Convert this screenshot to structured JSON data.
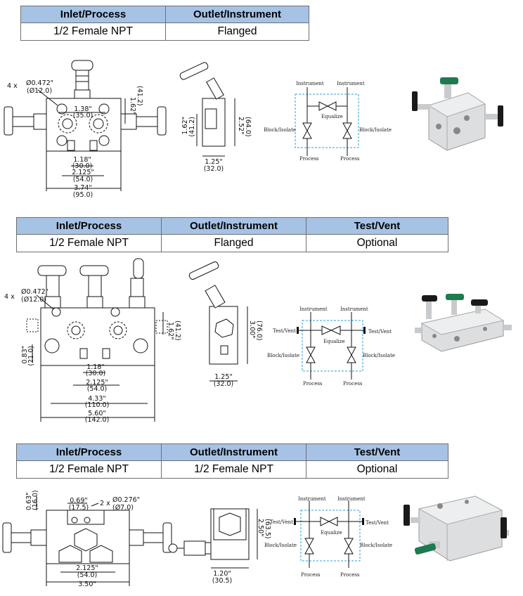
{
  "tables": [
    {
      "headers": [
        "Inlet/Process",
        "Outlet/Instrument"
      ],
      "values": [
        "1/2 Female NPT",
        "Flanged"
      ]
    },
    {
      "headers": [
        "Inlet/Process",
        "Outlet/Instrument",
        "Test/Vent"
      ],
      "values": [
        "1/2 Female NPT",
        "Flanged",
        "Optional"
      ]
    },
    {
      "headers": [
        "Inlet/Process",
        "Outlet/Instrument",
        "Test/Vent"
      ],
      "values": [
        "1/2 Female NPT",
        "1/2 Female NPT",
        "Optional"
      ]
    }
  ],
  "drawing1": {
    "holes": "4 x",
    "hole_in": "Ø0.472\"",
    "hole_mm": "(Ø12.0)",
    "h_in": "1.62\"",
    "h_mm": "(41.2)",
    "d1_in": "1.38\"",
    "d1_mm": "(35.0)",
    "d2_in": "1.18\"",
    "d2_mm": "(30.0)",
    "d3_in": "2.125\"",
    "d3_mm": "(54.0)",
    "d4_in": "3.74\"",
    "d4_mm": "(95.0)",
    "side_h_in": "1.62\"",
    "side_h_mm": "(41.2)",
    "side_h2_in": "2.52\"",
    "side_h2_mm": "(64.0)",
    "side_w_in": "1.25\"",
    "side_w_mm": "(32.0)"
  },
  "drawing2": {
    "holes": "4 x",
    "hole_in": "Ø0.472\"",
    "hole_mm": "(Ø12.0)",
    "h_in": "1.62\"",
    "h_mm": "(41.2)",
    "v_in": "0.83\"",
    "v_mm": "(21.0)",
    "d2_in": "1.18\"",
    "d2_mm": "(30.0)",
    "d3_in": "2.125\"",
    "d3_mm": "(54.0)",
    "d4_in": "4.33\"",
    "d4_mm": "(110.0)",
    "d5_in": "5.60\"",
    "d5_mm": "(142.0)",
    "side_h_in": "3.00\"",
    "side_h_mm": "(76.0)",
    "side_w_in": "1.25\"",
    "side_w_mm": "(32.0)"
  },
  "drawing3": {
    "v_in": "0.63\"",
    "v_mm": "(16.0)",
    "top_in": "0.69\"",
    "top_mm": "(17.5)",
    "holes": "2 x",
    "hole_in": "Ø0.276\"",
    "hole_mm": "(Ø7.0)",
    "d3_in": "2.125\"",
    "d3_mm": "(54.0)",
    "d4_in": "3.50\"",
    "side_h_in": "2.50\"",
    "side_h_mm": "(63.5)",
    "side_w_in": "1.20\"",
    "side_w_mm": "(30.5)"
  },
  "schematic": {
    "instrument": "Instrument",
    "equalize": "Equalize",
    "block": "Block/Isolate",
    "process": "Process",
    "testvent": "Test/Vent"
  },
  "colors": {
    "header_bg": "#a6c3e6",
    "handle_green": "#1e7a4f",
    "handle_black": "#1a1a1a",
    "body_gray": "#d6d8da",
    "dash_blue": "#2aa0d8"
  }
}
